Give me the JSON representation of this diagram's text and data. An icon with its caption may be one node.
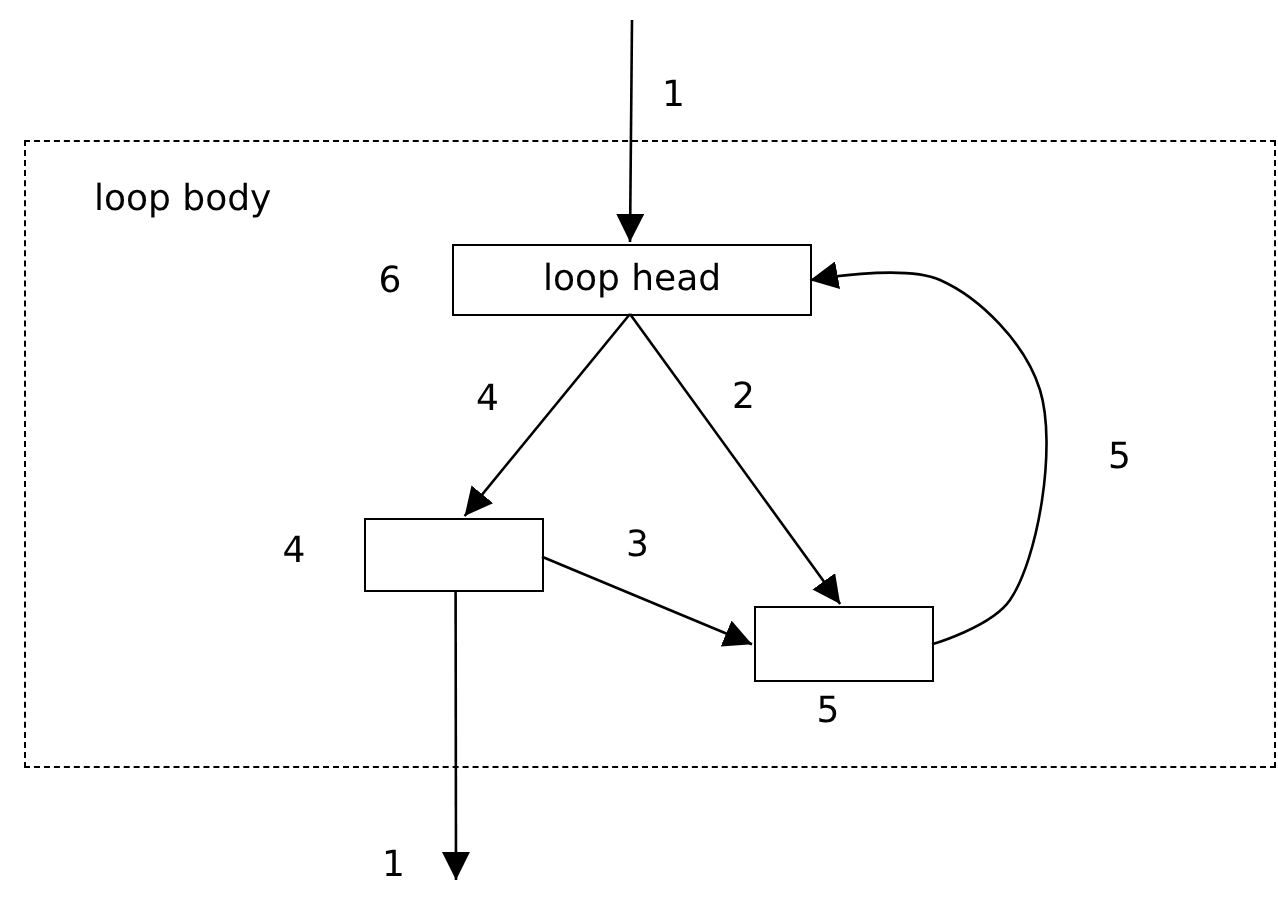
{
  "diagram": {
    "nodes": [
      {
        "text": [
          "loop body"
        ]
      },
      {
        "text": [
          "loop head"
        ],
        "in": 0,
        "beside": [
          "6"
        ]
      },
      {
        "text": [],
        "shape": "box",
        "in": 0,
        "beside": [
          "4"
        ]
      },
      {
        "text": [],
        "shape": "box",
        "in": 0,
        "beside": [
          "5"
        ]
      }
    ],
    "edges": [
      {
        "from": null,
        "to": 1,
        "arrow": "to",
        "label": "1"
      },
      {
        "from": 1,
        "to": 2,
        "arrow": "to",
        "label": "4"
      },
      {
        "from": 1,
        "to": 3,
        "arrow": "to",
        "label": "2"
      },
      {
        "from": 2,
        "to": 3,
        "arrow": "to",
        "label": "3"
      },
      {
        "from": 3,
        "to": 1,
        "arrow": "to",
        "label": "5"
      },
      {
        "from": 2,
        "to": null,
        "arrow": "to",
        "label": "1"
      }
    ]
  }
}
